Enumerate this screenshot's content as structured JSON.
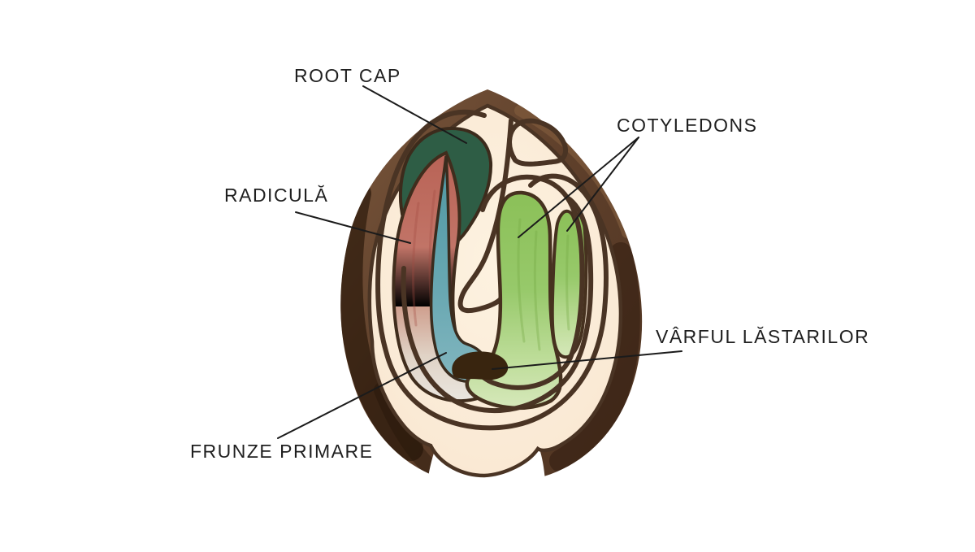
{
  "figure": {
    "type": "anatomical-diagram",
    "subject": "Seed cross-section showing embryo structures"
  },
  "labels": {
    "root_cap": "ROOT CAP",
    "cotyledons": "COTYLEDONS",
    "radicula": "RADICULĂ",
    "varful_lastarilor": "VÂRFUL LĂSTARILOR",
    "frunze_primare": "FRUNZE PRIMARE"
  },
  "parts": [
    {
      "name": "root-cap",
      "label": "ROOT CAP",
      "color": "#2e5d45"
    },
    {
      "name": "radicle",
      "label": "RADICULĂ",
      "color": "#bd6a5c"
    },
    {
      "name": "cotyledons",
      "label": "COTYLEDONS",
      "color": "#8cc15c"
    },
    {
      "name": "shoot-apex",
      "label": "VÂRFUL LĂSTARILOR",
      "color": "#39250f"
    },
    {
      "name": "primary-leaves",
      "label": "FRUNZE PRIMARE",
      "color": "#5f9fab"
    }
  ],
  "colors": {
    "background": "#ffffff",
    "seed_coat": "#63452f",
    "seed_coat_dark": "#2a1a0e",
    "endosperm_cream": "#fae9d4",
    "outline_brown": "#4a3424",
    "root_cap_green": "#2e5d45",
    "radicle_pink": "#bd6a5c",
    "primary_leaves_teal": "#5f9fab",
    "cotyledon_green": "#8cc15c",
    "shoot_apex_dark": "#39250f",
    "label_text": "#1f1f1f",
    "leader_line": "#1b1b1b"
  }
}
